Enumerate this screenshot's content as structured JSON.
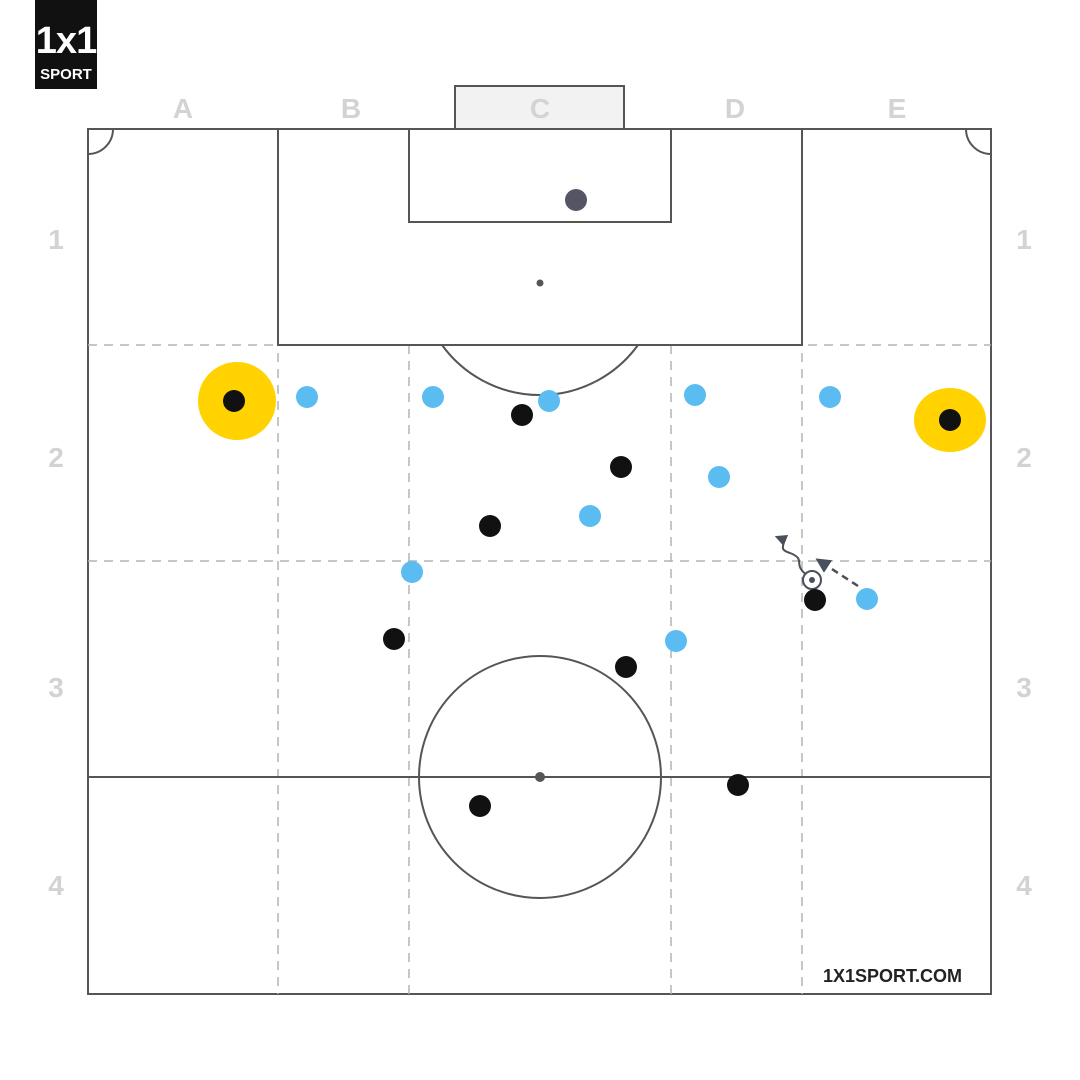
{
  "logo": {
    "mark": "1x1",
    "word": "SPORT"
  },
  "columns": [
    "A",
    "B",
    "C",
    "D",
    "E"
  ],
  "rows": [
    "1",
    "2",
    "3",
    "4"
  ],
  "footer": {
    "site": "1X1SPORT.COM"
  },
  "colors": {
    "team_black": "#111111",
    "team_blue": "#5bbcf2",
    "goalkeeper": "#555566",
    "highlight": "#ffd200",
    "movement": "#4a4f5c",
    "line": "#555555",
    "goal_fill": "#f2f2f2"
  },
  "icons": {
    "dribble_path": "dribble-arrow-icon",
    "run_path": "run-arrow-icon",
    "ball": "ball-icon"
  }
}
